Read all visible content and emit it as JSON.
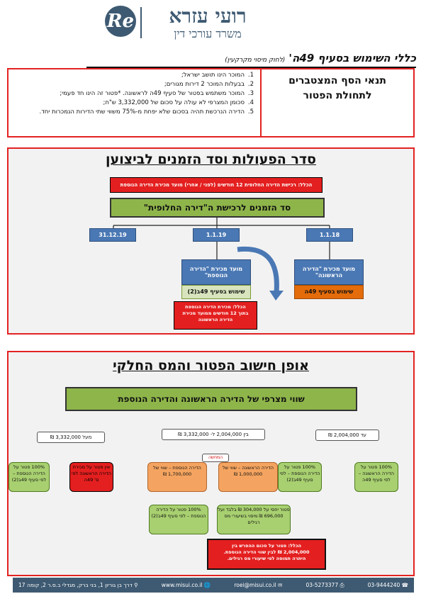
{
  "header": {
    "logo_letters": "Re",
    "firm_name": "רועי עזרא",
    "firm_sub": "משרד עורכי דין"
  },
  "title": {
    "main": "כללי השימוש בסעיף 49ה'",
    "sub": "(לחוק מיסוי מקרקעין)"
  },
  "conditions": {
    "heading_line1": "תנאי הסף המצטברים",
    "heading_line2": "לתחולת הפטור",
    "items": [
      {
        "num": "1.",
        "text": "המוכר הינו תושב ישראל;"
      },
      {
        "num": "2.",
        "text": "בבעלות המוכר 2 דירות מגורים;"
      },
      {
        "num": "3.",
        "text": "המוכר משתמש בפטור של סעיף 49ה לראשונה. *פטור זה הינו חד פעמי;"
      },
      {
        "num": "4.",
        "text": "סכומן המצרפי לא עולה על סכום של 3,332,000 ש\"ח;"
      },
      {
        "num": "5.",
        "text": "הדירה הנרכשת תהיה בסכום שלא יפחת מ-75% משווי שתי הדירות הנמכרות יחד."
      }
    ]
  },
  "section2": {
    "title": "סדר הפעולות וסד הזמנים לביצוען",
    "rule_box": "הכלל: רכישת הדירה החלופית 12 חודשים (לפני / אחרי) מועד מכירת הדירה הנוספת",
    "green_bar": "סד הזמנים לרכישת ה\"דירה החלופית\"",
    "dates": [
      "31.12.19",
      "1.1.19",
      "1.1.18"
    ],
    "first_sale_label": "מועד מכירת \"הדירה הראשונה\"",
    "first_sale_use": "שימוש בסעיף 49ה",
    "second_sale_label": "מועד מכירת \"הדירה הנוספת\"",
    "second_sale_use": "שימוש בסעיף 49ב(2)",
    "rule2_line1": "הכלל: מכירת הדירה הנוספת",
    "rule2_line2": "בתוך 12 חודשים ממועד מכירת",
    "rule2_line3": "הדירה הראשונה"
  },
  "section3": {
    "title": "אופן חישוב הפטור והמס החלקי",
    "top_bar": "שווי מצרפי של הדירה הראשונה והדירה הנוספת",
    "ranges": [
      "מעל 3,332,000 ₪",
      "בין 2,004,000 ל- 3,332,000 ₪",
      "עד 2,004,000 ₪"
    ],
    "over_box1": "אין פטור על מכירת הדירה הראשונה לפי ס' 49ה",
    "over_box2": "100% פטור על הדירה הנוספת – לפי סעיף 49ב(2)",
    "calc_label": "המחשה",
    "mid_second": "הדירה הנוספת – שווי של 1,700,000 ₪",
    "mid_first": "הדירה הראשונה – שווי של 1,000,000 ₪",
    "mid_exempt_second": "100% פטור על הדירה הנוספת – לפי סעיף 49ב(2)",
    "mid_partial": "פטור יחסי על 304,000 ₪ בלבד ועל 696,000 ₪ מיסוי בשיעורי מס רגילים",
    "under_box1": "100% פטור על הדירה הנוספת – לפי סעיף 49ב(2)",
    "under_box2": "100% פטור על הדירה הראשונה – לפי סעיף 49ה",
    "rule3_line1": "הכלל: פטור על סכום ההפרש בין",
    "rule3_line2": "2,004,000 ₪ לבין שווי הדירה הנוספת.",
    "rule3_line3": "היתרה תמוסה לפי שיעורי מס רגילים."
  },
  "footer": {
    "phone": "03-9444240",
    "fax": "03-5273377",
    "email": "roei@misui.co.il",
    "web": "www.misui.co.il",
    "address": "דרך בן גוריון 1, בני ברק, מגדלי ב.ס.ר 2, קומה 17"
  },
  "colors": {
    "brand": "#3e5a72",
    "red": "#e41f1f",
    "green": "#8eb54a",
    "blue": "#4a78b4",
    "orange": "#e46c0a"
  }
}
